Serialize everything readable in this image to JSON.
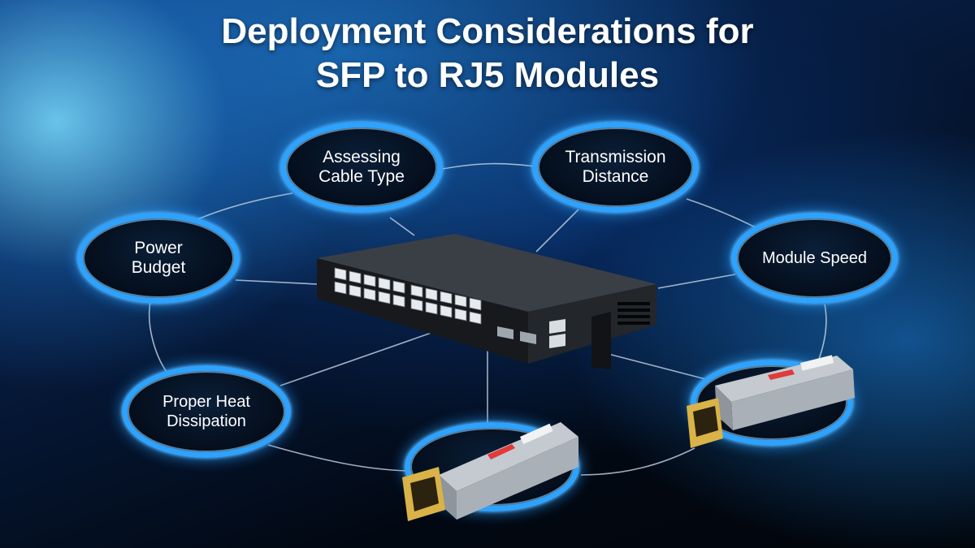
{
  "title": {
    "line1": "Deployment Considerations for",
    "line2": "SFP to RJ5 Modules"
  },
  "nodes": {
    "cable": "Assessing Cable Type",
    "distance": "Transmission Distance",
    "power": "Power Budget",
    "speed": "Module Speed",
    "heat": "Proper Heat Dissipation"
  },
  "colors": {
    "accent": "#2ea2ff",
    "connector": "#c9d6e6",
    "module_tag": "#e23a3a"
  },
  "icons": {
    "switch": "network-switch-illustration",
    "module": "sfp-rj45-module-illustration"
  }
}
